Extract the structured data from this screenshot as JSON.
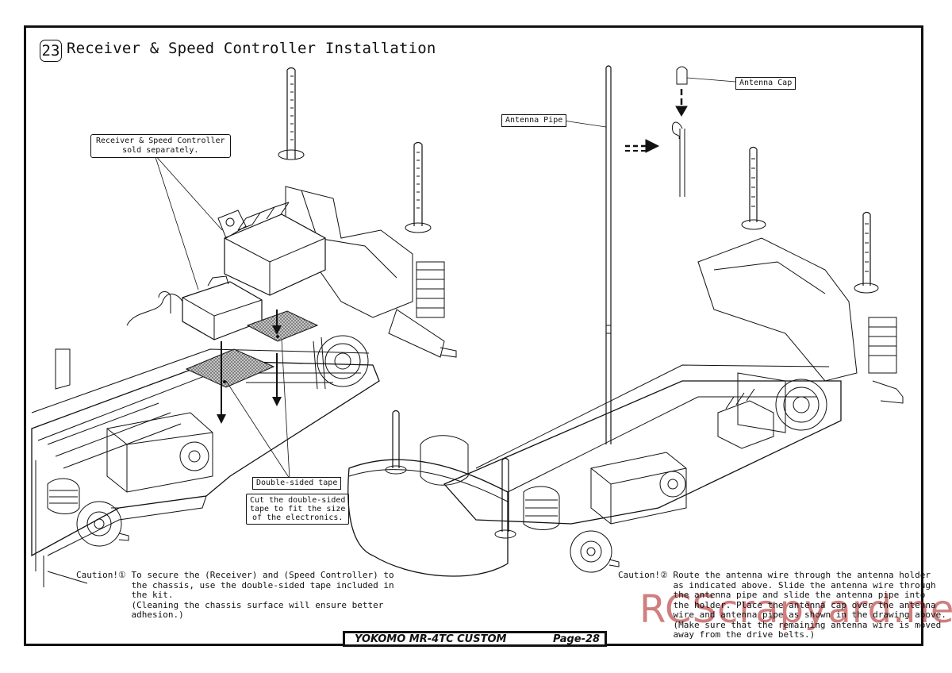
{
  "step": {
    "number": "23",
    "title": "Receiver & Speed Controller Installation"
  },
  "labels": {
    "receiver_note_line1": "Receiver & Speed Controller",
    "receiver_note_line2": "sold separately.",
    "double_sided_tape": "Double-sided tape",
    "tape_note_line1": "Cut the double-sided",
    "tape_note_line2": "tape to fit the size",
    "tape_note_line3": "of the electronics.",
    "antenna_pipe": "Antenna Pipe",
    "antenna_cap": "Antenna Cap"
  },
  "caution1": {
    "lead": "Caution!①",
    "lines": [
      "To secure the (Receiver) and (Speed Controller) to",
      "the chassis, use the double-sided tape included in",
      "the kit.",
      "(Cleaning the chassis surface will ensure better",
      " adhesion.)"
    ]
  },
  "caution2": {
    "lead": "Caution!②",
    "lines": [
      "Route the antenna wire through the antenna holder",
      " as indicated above. Slide the antenna wire through",
      "the antenna pipe and slide the antenna pipe into",
      "the holder. Place the antenna cap over the antenna",
      "wire and antenna pipe as shown in the drawing above.",
      "(Make sure that the remaining antenna wire is moved",
      " away from the drive belts.)"
    ]
  },
  "footer": {
    "model": "YOKOMO MR-4TC CUSTOM",
    "page": "Page-28"
  },
  "watermark": "RCScrapyard.net"
}
